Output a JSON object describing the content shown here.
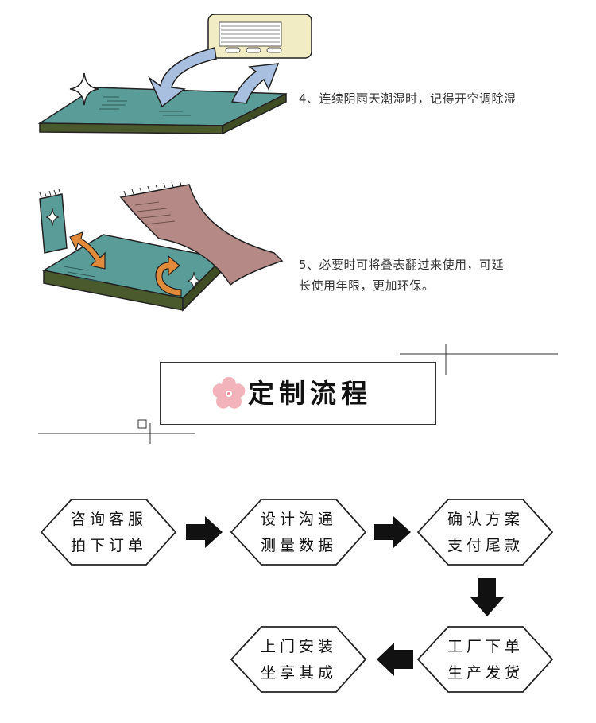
{
  "tips": [
    {
      "text": "4、连续阴雨天潮湿时，记得开空调除湿"
    },
    {
      "line1": "5、必要时可将叠表翻过来使用，可延",
      "line2": "长使用年限，更加环保。"
    }
  ],
  "section": {
    "title": "定制流程"
  },
  "flow": {
    "steps": [
      {
        "line1": "咨询客服",
        "line2": "拍下订单"
      },
      {
        "line1": "设计沟通",
        "line2": "测量数据"
      },
      {
        "line1": "确认方案",
        "line2": "支付尾款"
      },
      {
        "line1": "工厂下单",
        "line2": "生产发货"
      },
      {
        "line1": "上门安装",
        "line2": "坐享其成"
      }
    ]
  },
  "colors": {
    "mat_teal": "#5a9c98",
    "mat_edge": "#4b5a2c",
    "ac_body": "#f2ecc4",
    "air_arrow": "#a9bfe0",
    "cover_pink": "#b58a86",
    "turn_arrow": "#e08a3a",
    "flower": "#f3b3ba"
  }
}
